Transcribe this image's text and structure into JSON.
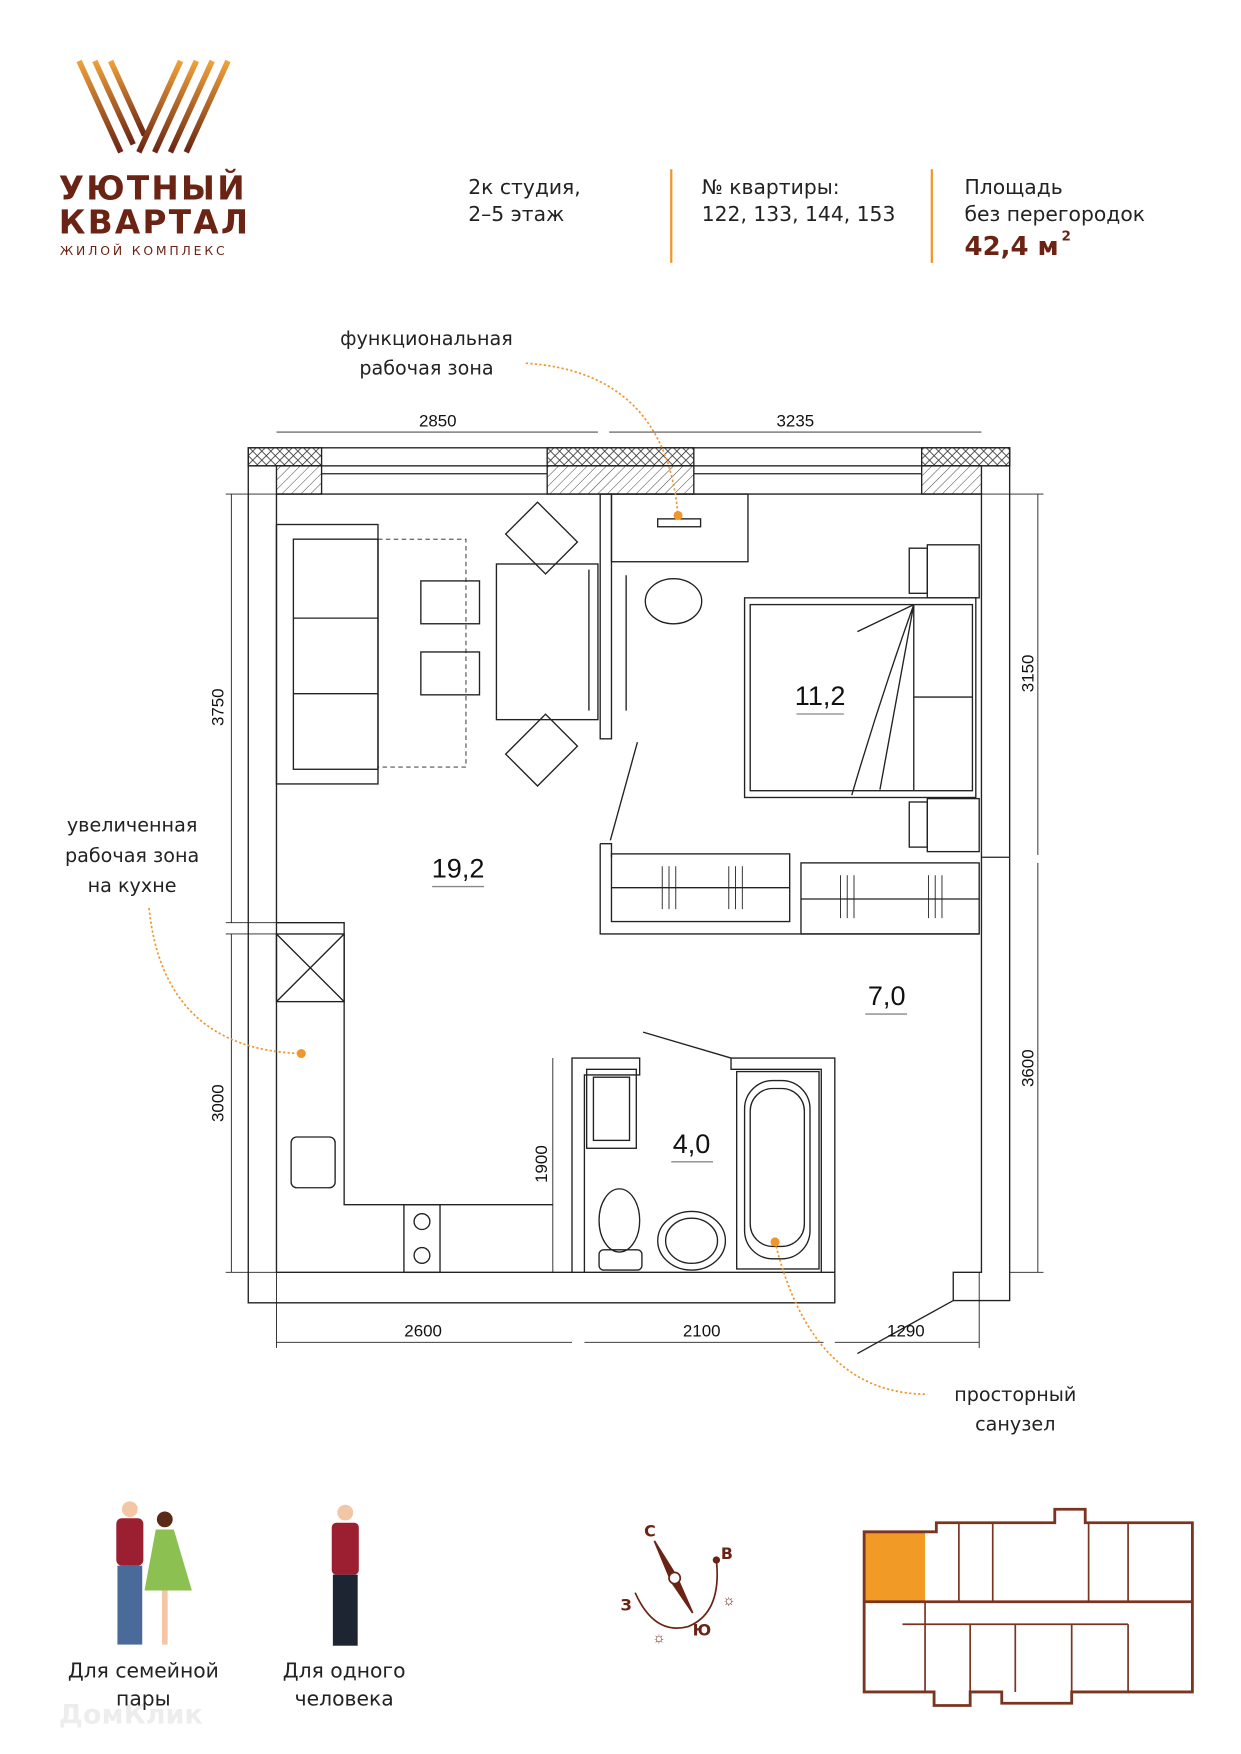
{
  "brand": {
    "line1": "УЮТНЫЙ",
    "line2": "КВАРТАЛ",
    "subtitle": "ЖИЛОЙ КОМПЛЕКС"
  },
  "info": {
    "type_line1": "2к студия,",
    "type_line2": "2–5 этаж",
    "apartments_label": "№ квартиры:",
    "apartments_value": "122, 133, 144, 153",
    "area_label1": "Площадь",
    "area_label2": "без перегородок",
    "area_value": "42,4 м",
    "area_unit_sup": "2"
  },
  "colors": {
    "brand_dark": "#6b2414",
    "accent_orange": "#f0962a",
    "highlight": "#f19a26"
  },
  "annotations": {
    "work_zone": [
      "функциональная",
      "рабочая зона"
    ],
    "kitchen_zone": [
      "увеличенная",
      "рабочая зона",
      "на кухне"
    ],
    "bathroom": [
      "просторный",
      "санузел"
    ]
  },
  "rooms": {
    "living": "19,2",
    "bedroom": "11,2",
    "hall": "7,0",
    "bathroom": "4,0"
  },
  "dimensions": {
    "top_left": "2850",
    "top_right": "3235",
    "left_top": "3750",
    "left_bottom": "3000",
    "right_top": "3150",
    "right_bottom": "3600",
    "bath_height": "1900",
    "bottom_left": "2600",
    "bottom_mid": "2100",
    "bottom_right": "1290"
  },
  "audience": {
    "couple": [
      "Для семейной",
      "пары"
    ],
    "single": [
      "Для одного",
      "человека"
    ]
  },
  "compass": {
    "north": "С",
    "east": "В",
    "west": "З",
    "south": "Ю"
  },
  "watermark": "ДомКлик"
}
